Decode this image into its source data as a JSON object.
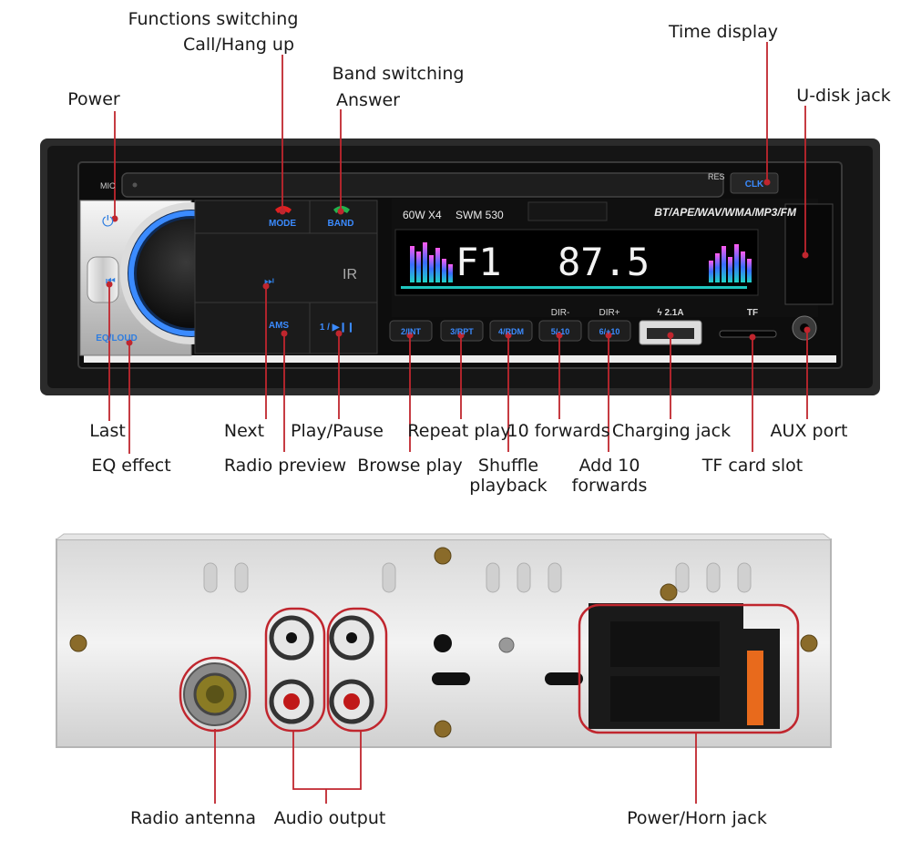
{
  "callouts": {
    "functions_switching": "Functions switching",
    "call_hang_up": "Call/Hang up",
    "band_switching": "Band switching",
    "answer": "Answer",
    "power": "Power",
    "time_display": "Time display",
    "u_disk_jack": "U-disk jack",
    "last": "Last",
    "eq_effect": "EQ effect",
    "next": "Next",
    "radio_preview": "Radio preview",
    "play_pause": "Play/Pause",
    "browse_play": "Browse play",
    "repeat_play": "Repeat play",
    "shuffle_playback": "Shuffle\nplayback",
    "ten_forwards": "10 forwards",
    "add_ten_forwards": "Add 10\nforwards",
    "charging_jack": "Charging jack",
    "tf_card_slot": "TF card slot",
    "aux_port": "AUX port",
    "radio_antenna": "Radio antenna",
    "audio_output": "Audio output",
    "power_horn_jack": "Power/Horn jack"
  },
  "panel": {
    "mic": "MIC",
    "res": "RES",
    "clk": "CLK",
    "mode": "MODE",
    "band": "BAND",
    "power_rating": "60W X4",
    "model": "SWM 530",
    "formats": "BT/APE/WAV/WMA/MP3/FM",
    "display_band": "F1",
    "display_freq": "87.5",
    "eq_loud": "EQ/LOUD",
    "ams": "AMS",
    "play_pause_btn": "1 / ▶❙❙",
    "btn_int": "2/INT",
    "btn_rpt": "3/RPT",
    "btn_rdm": "4/RDM",
    "btn_dir_minus_label": "DIR-",
    "btn_minus10": "5/-10",
    "btn_dir_plus_label": "DIR+",
    "btn_plus10": "6/+10",
    "usb_rating": "ϟ 2.1A",
    "tf": "TF",
    "ir": "IR"
  },
  "colors": {
    "leader_line": "#c0262e",
    "highlight_ring": "#c0262e",
    "panel_body": "#1c1c1c",
    "accent_blue": "#2e7de0",
    "display_text": "#f2f2f2"
  }
}
